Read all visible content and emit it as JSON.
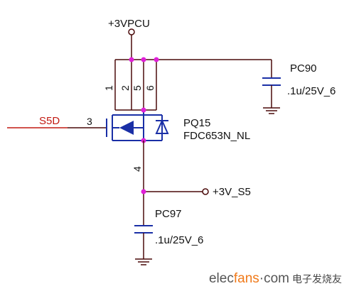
{
  "power_top": {
    "label": "+3VPCU"
  },
  "mosfet": {
    "ref": "PQ15",
    "part": "FDC653N_NL",
    "pins": {
      "p1": "1",
      "p2": "2",
      "p5": "5",
      "p6": "6",
      "gate": "3",
      "source": "4"
    }
  },
  "gate_net": {
    "label": "S5D"
  },
  "cap_top": {
    "ref": "PC90",
    "value": ".1u/25V_6"
  },
  "output_net": {
    "label": "+3V_S5"
  },
  "cap_bottom": {
    "ref": "PC97",
    "value": ".1u/25V_6"
  },
  "watermark": {
    "brand_a": "elec",
    "brand_b": "fans",
    "brand_c": "·com",
    "cn": "电子发烧友"
  },
  "colors": {
    "wire_dark": "#4a0a0a",
    "wire_blue": "#1a2fa6",
    "net_red": "#c21a12",
    "junction_magenta": "#e020d8"
  }
}
